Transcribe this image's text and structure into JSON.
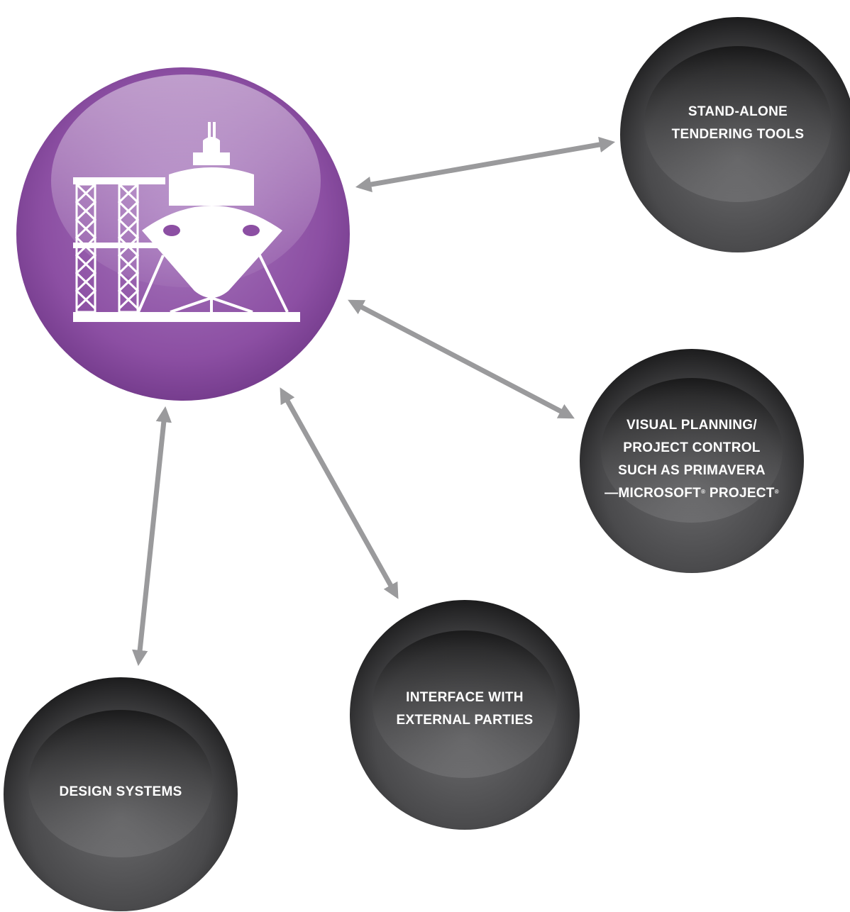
{
  "hub": {
    "icon": "shipyard-ship-crane-icon",
    "color": "#8c4fa3"
  },
  "nodes": {
    "tendering": {
      "lines": [
        "STAND-ALONE",
        "TENDERING TOOLS"
      ]
    },
    "planning": {
      "lines": [
        "VISUAL PLANNING/",
        "PROJECT CONTROL",
        "SUCH AS PRIMAVERA"
      ],
      "last_line_a": "—MICROSOFT",
      "last_line_mark_a": "®",
      "last_line_b": " PROJECT",
      "last_line_mark_b": "®"
    },
    "external": {
      "lines": [
        "INTERFACE WITH",
        "EXTERNAL PARTIES"
      ]
    },
    "design": {
      "lines": [
        "DESIGN SYSTEMS"
      ]
    }
  },
  "colors": {
    "arrow": "#9a9a9c",
    "node_dark": "#2a2a2b",
    "node_mid": "#5e5e60"
  }
}
